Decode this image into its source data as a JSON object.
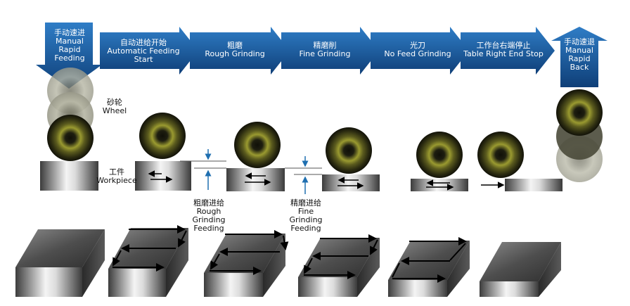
{
  "banner": {
    "steps": [
      {
        "zh": "手动速进",
        "en": "Manual Rapid Feeding"
      },
      {
        "zh": "自动进给开始",
        "en": "Automatic Feeding Start"
      },
      {
        "zh": "粗磨",
        "en": "Rough Grinding"
      },
      {
        "zh": "精磨削",
        "en": "Fine Grinding"
      },
      {
        "zh": "光刀",
        "en": "No Feed Grinding"
      },
      {
        "zh": "工作台右端停止",
        "en": "Table Right End Stop"
      },
      {
        "zh": "手动速退",
        "en": "Manual Rapid Back"
      }
    ],
    "colors": {
      "arrow_dark": "#0f3f78",
      "arrow_light": "#2f7dc6"
    }
  },
  "labels": {
    "wheel_zh": "砂轮",
    "wheel_en": "Wheel",
    "workpiece_zh": "工件",
    "workpiece_en": "Workpiece",
    "rough_feed_zh": "粗磨进给",
    "rough_feed_en1": "Rough",
    "rough_feed_en2": "Grinding",
    "rough_feed_en3": "Feeding",
    "fine_feed_zh": "精磨进给",
    "fine_feed_en1": "Fine",
    "fine_feed_en2": "Grinding",
    "fine_feed_en3": "Feeding"
  },
  "colors": {
    "wheel": "#c8c84a",
    "wheel_dark": "#2c2c14",
    "metal_light": "#f2f2f2",
    "metal_dark": "#4a4a4a",
    "feed_marker": "#1f6fb0"
  }
}
